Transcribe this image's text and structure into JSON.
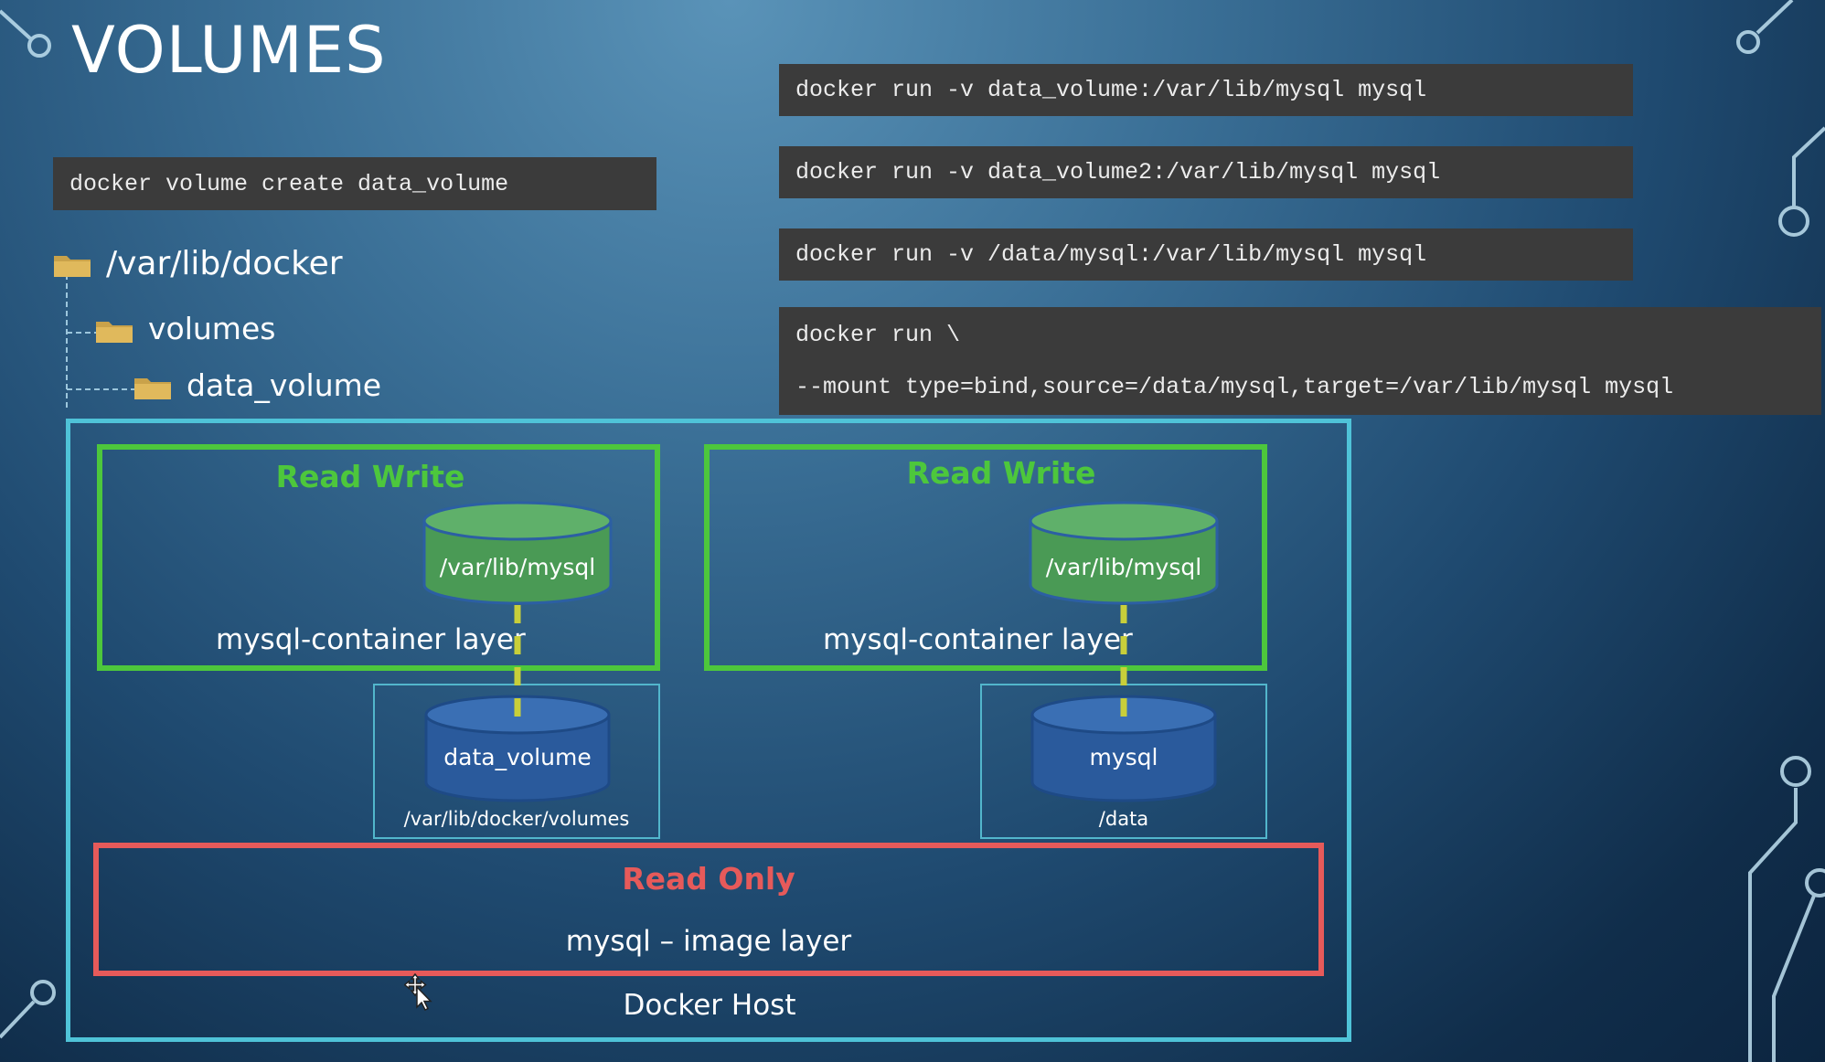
{
  "title": "VOLUMES",
  "commands": {
    "create": "docker volume create data_volume",
    "run1": "docker run -v data_volume:/var/lib/mysql mysql",
    "run2": "docker run -v data_volume2:/var/lib/mysql mysql",
    "run3": "docker run -v /data/mysql:/var/lib/mysql mysql",
    "run4_line1": "docker run \\",
    "run4_line2": "--mount type=bind,source=/data/mysql,target=/var/lib/mysql mysql"
  },
  "tree": {
    "root": "/var/lib/docker",
    "child": "volumes",
    "grandchild": "data_volume"
  },
  "diagram": {
    "host_label": "Docker Host",
    "left_container": {
      "title": "Read Write",
      "mount": "/var/lib/mysql",
      "layer": "mysql-container layer",
      "volume": "data_volume",
      "volume_path": "/var/lib/docker/volumes"
    },
    "right_container": {
      "title": "Read Write",
      "mount": "/var/lib/mysql",
      "layer": "mysql-container layer",
      "volume": "mysql",
      "volume_path": "/data"
    },
    "image_layer": {
      "title": "Read Only",
      "layer": "mysql – image layer"
    }
  },
  "colors": {
    "read_write": "#4dc73c",
    "read_only": "#e65a5a",
    "host_border": "#4fc3d8",
    "cylinder_green": "#4a9a55",
    "cylinder_blue": "#2a5a9c"
  }
}
